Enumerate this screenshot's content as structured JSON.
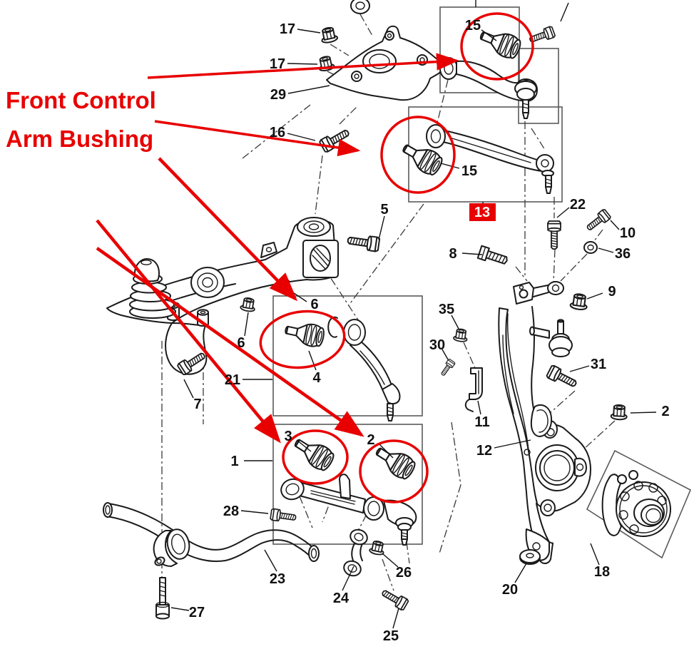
{
  "annotation": {
    "title_line1": "Front Control",
    "title_line2": "Arm Bushing",
    "accent_color": "#e80000",
    "ink_color": "#1a1a1a",
    "highlight_box_label": "13"
  },
  "callouts": {
    "c17a": "17",
    "c17b": "17",
    "c29": "29",
    "c16": "16",
    "c15a": "15",
    "c15b": "15",
    "c5": "5",
    "c6a": "6",
    "c6b": "6",
    "c21": "21",
    "c4": "4",
    "c7": "7",
    "c3": "3",
    "c2a": "2",
    "c1": "1",
    "c28": "28",
    "c23": "23",
    "c27": "27",
    "c24": "24",
    "c26": "26",
    "c25": "25",
    "c22": "22",
    "c10": "10",
    "c36": "36",
    "c8": "8",
    "c9": "9",
    "c35": "35",
    "c30": "30",
    "c11": "11",
    "c12": "12",
    "c31": "31",
    "c2b": "2",
    "c20": "20",
    "c18": "18"
  }
}
